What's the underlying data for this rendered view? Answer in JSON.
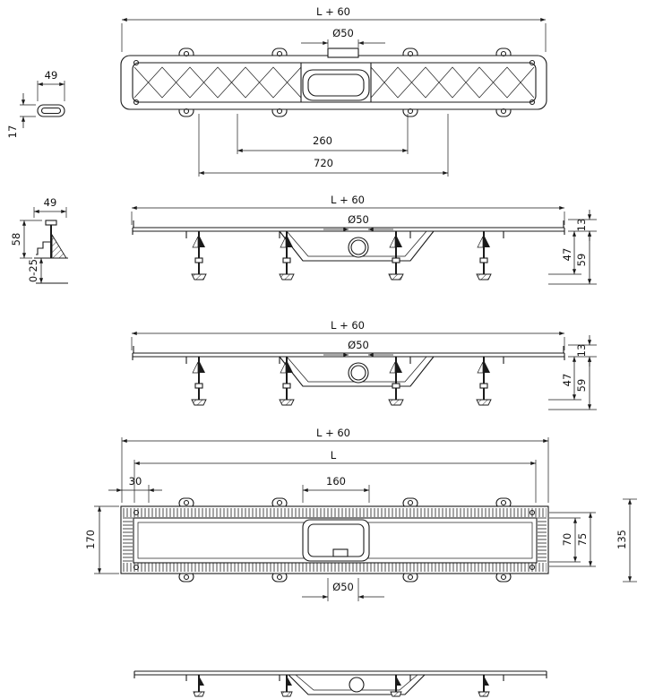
{
  "drawing": {
    "view_top": {
      "dim_length": "L + 60",
      "dim_outlet": "Ø50",
      "dim_inner_span": "260",
      "dim_total_span": "720",
      "slot_width": "49",
      "slot_height": "17"
    },
    "view_section_a": {
      "dim_length": "L + 60",
      "dim_outlet": "Ø50",
      "dim_depth": "47",
      "dim_grate_height": "13",
      "dim_total_height": "59",
      "foot_width": "49",
      "foot_height": "58",
      "foot_adjust_range": "0-25"
    },
    "view_section_b": {
      "dim_length": "L + 60",
      "dim_outlet": "Ø50",
      "dim_depth": "47",
      "dim_grate_height": "13",
      "dim_total_height": "59"
    },
    "view_plan": {
      "dim_length_total": "L + 60",
      "dim_length": "L",
      "dim_edge_offset": "30",
      "dim_body_length": "160",
      "dim_overall_width": "170",
      "dim_channel_width": "70",
      "dim_flange_width": "75",
      "dim_tab_span": "135",
      "dim_outlet": "Ø50"
    }
  }
}
